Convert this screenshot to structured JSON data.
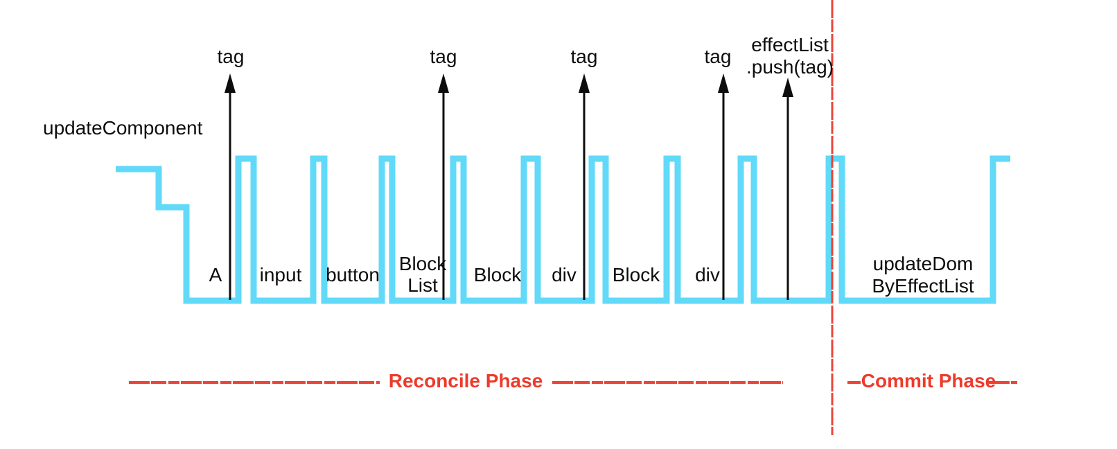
{
  "colors": {
    "waveform": "#61d9f8",
    "phase_red": "#ed3a2b",
    "ink": "#0d0d0d"
  },
  "stack_trace": {
    "entry_label": "updateComponent"
  },
  "tag_arrows": {
    "tag_1": "tag",
    "tag_2": "tag",
    "tag_3": "tag",
    "tag_4": "tag",
    "effect_push_line_1": "effectList",
    "effect_push_line_2": ".push(tag)"
  },
  "frames": {
    "component_a": "A",
    "input": "input",
    "button": "button",
    "block_list_line_1": "Block",
    "block_list_line_2": "List",
    "block_1": "Block",
    "div_1": "div",
    "block_2": "Block",
    "div_2": "div",
    "update_dom_line_1": "updateDom",
    "update_dom_line_2": "ByEffectList"
  },
  "phases": {
    "reconcile": "Reconcile Phase",
    "commit": "Commit Phase"
  }
}
